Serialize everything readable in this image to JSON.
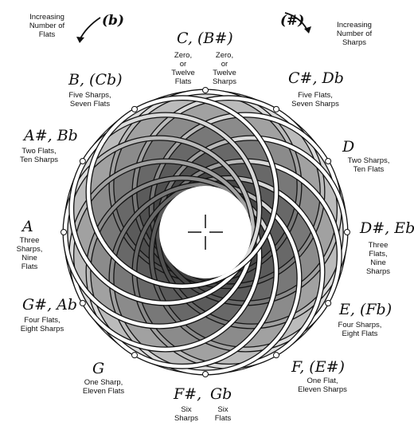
{
  "corners": {
    "flats_text": "Increasing\nNumber of\nFlats",
    "flats_symbol": "(b)",
    "sharps_text": "Increasing\nNumber of\nSharps",
    "sharps_symbol": "(#)"
  },
  "keys": {
    "c": {
      "name": "C, (B#)",
      "desc_left": "Zero,\nor\nTwelve\nFlats",
      "desc_right": "Zero,\nor\nTwelve\nSharps"
    },
    "c_sharp": {
      "name": "C#, Db",
      "desc": "Five Flats,\nSeven Sharps"
    },
    "d": {
      "name": "D",
      "desc": "Two Sharps,\nTen Flats"
    },
    "d_sharp": {
      "name": "D#, Eb",
      "desc": "Three\nFlats,\nNine\nSharps"
    },
    "e": {
      "name": "E, (Fb)",
      "desc": "Four Sharps,\nEight Flats"
    },
    "f": {
      "name": "F, (E#)",
      "desc": "One Flat,\nEleven Sharps"
    },
    "f_sharp": {
      "name_left": "F#,",
      "name_right": "Gb",
      "desc_left": "Six\nSharps",
      "desc_right": "Six\nFlats"
    },
    "g": {
      "name": "G",
      "desc": "One Sharp,\nEleven Flats"
    },
    "g_sharp": {
      "name": "G#, Ab",
      "desc": "Four Flats,\nEight Sharps"
    },
    "a": {
      "name": "A",
      "desc": "Three\nSharps,\nNine\nFlats"
    },
    "a_sharp": {
      "name": "A#, Bb",
      "desc": "Two Flats,\nTen Sharps"
    },
    "b": {
      "name": "B, (Cb)",
      "desc": "Five Sharps,\nSeven Flats"
    }
  },
  "colors": {
    "ink": "#111111",
    "paper": "#ffffff",
    "weave_fill": "#1a1a1a"
  }
}
